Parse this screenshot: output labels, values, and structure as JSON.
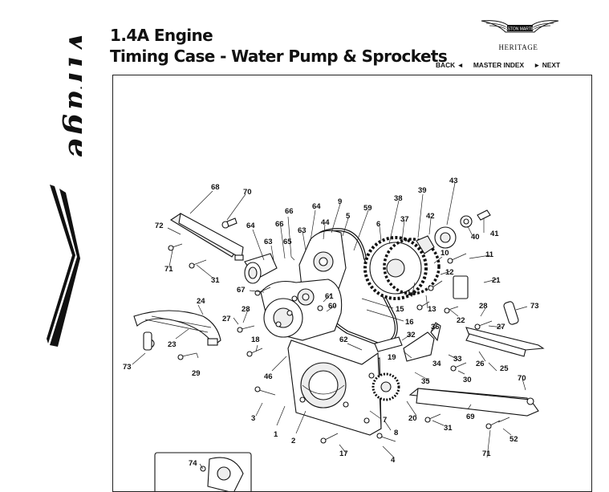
{
  "header": {
    "title": "1.4A Engine",
    "subtitle": "Timing Case - Water Pump & Sprockets"
  },
  "brand": {
    "emblem_text": "ASTON MARTIN",
    "sub_label": "HERITAGE"
  },
  "side_logo": {
    "text": "Virage"
  },
  "nav": {
    "back": "BACK ◄",
    "master_index": "MASTER INDEX",
    "next": "► NEXT"
  },
  "diagram": {
    "callouts": [
      "68",
      "70",
      "72",
      "71",
      "31",
      "64",
      "66",
      "66",
      "65",
      "63",
      "64",
      "63",
      "44",
      "9",
      "5",
      "59",
      "6",
      "38",
      "37",
      "39",
      "42",
      "43",
      "40",
      "41",
      "10",
      "11",
      "12",
      "14",
      "13",
      "21",
      "67",
      "61",
      "60",
      "15",
      "16",
      "22",
      "28",
      "27",
      "73",
      "24",
      "23",
      "27",
      "28",
      "18",
      "29",
      "73",
      "62",
      "32",
      "36",
      "19",
      "33",
      "34",
      "35",
      "30",
      "26",
      "25",
      "46",
      "70",
      "3",
      "1",
      "2",
      "7",
      "8",
      "4",
      "17",
      "20",
      "31",
      "69",
      "52",
      "71",
      "74"
    ]
  }
}
